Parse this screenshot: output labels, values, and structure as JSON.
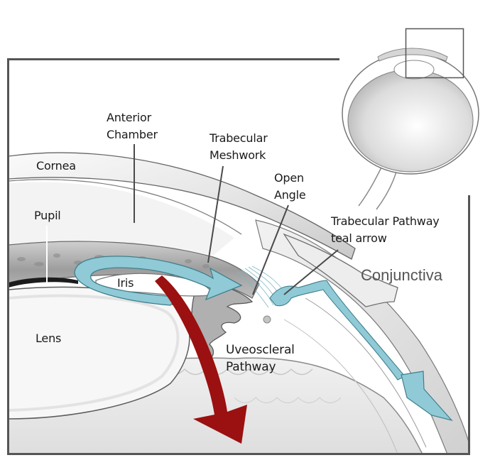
{
  "diagram": {
    "title": "Aqueous humor outflow pathways of the eye (open angle)",
    "labels": {
      "anterior_chamber": [
        "Anterior",
        "Chamber"
      ],
      "cornea": "Cornea",
      "trabecular_meshwork": [
        "Trabecular",
        "Meshwork"
      ],
      "open_angle": [
        "Open",
        "Angle"
      ],
      "pupil": "Pupil",
      "trabecular_pathway": [
        "Trabecular Pathway",
        "teal arrow"
      ],
      "conjunctiva": "Conjunctiva",
      "iris": "Iris",
      "lens": "Lens",
      "uveoscleral_pathway": [
        "Uveoscleral",
        "Pathway"
      ]
    },
    "arrows": {
      "trabecular_pathway": {
        "color": "#8fcad6",
        "stroke": "#3f7f8c",
        "meaning": "Trabecular Pathway"
      },
      "uveoscleral_pathway": {
        "color": "#9b1010",
        "meaning": "Uveoscleral Pathway"
      }
    },
    "inset": {
      "description": "Whole-eye cross section with highlighted region box"
    },
    "colors": {
      "frame": "#555555",
      "tissue_gray": "#b9b9b9",
      "teal": "#8fcad6",
      "red": "#9b1010"
    }
  }
}
